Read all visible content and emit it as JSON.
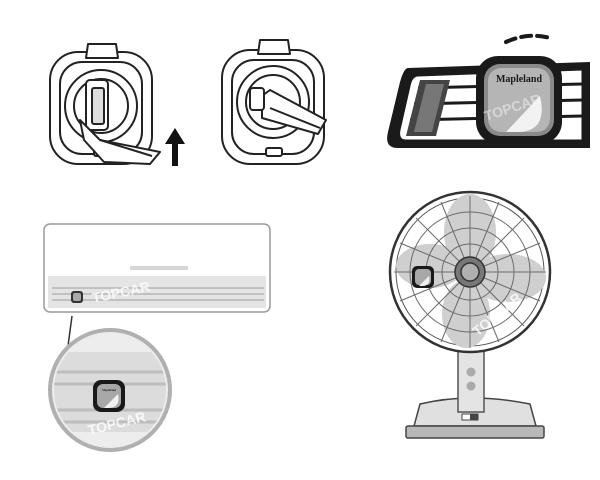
{
  "vent_clip": {
    "arrow": "up-arrow"
  },
  "car_vent": {
    "brand": "Mapleland",
    "watermark": "TOPCAR"
  },
  "air_conditioner": {
    "watermark": "TOPCAR"
  },
  "zoom": {
    "brand": "Mapleland",
    "watermark": "TOPCAR"
  },
  "fan": {
    "watermark": "TOPCAR"
  },
  "colors": {
    "line": "#222222",
    "light_gray": "#e6e6e6",
    "mid_gray": "#b3b3b3",
    "dark_gray": "#555555",
    "black": "#1a1a1a"
  }
}
